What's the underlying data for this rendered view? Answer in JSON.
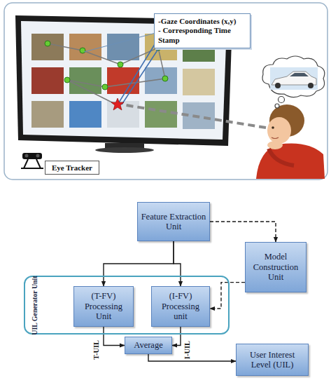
{
  "diagram": {
    "nodes": [
      {
        "text": [
          "-Gaze Coordinates (x,y)",
          "- Corresponding Time Stamp"
        ]
      },
      {
        "text": [
          "Eye Tracker"
        ]
      },
      {
        "text": [
          "Feature Extraction Unit"
        ]
      },
      {
        "text": [
          "UIL Generator Unit"
        ]
      },
      {
        "text": [
          "(T-FV) Processing Unit"
        ],
        "in": 3
      },
      {
        "text": [
          "(I-FV) Processing unit"
        ],
        "in": 3
      },
      {
        "text": [
          "Model Construction Unit"
        ]
      },
      {
        "text": [
          "Average"
        ]
      },
      {
        "text": [
          "User Interest Level (UIL)"
        ]
      }
    ],
    "edges": [
      {
        "from": 2,
        "to": 4,
        "arrow": "to"
      },
      {
        "from": 2,
        "to": 5,
        "arrow": "to"
      },
      {
        "from": 2,
        "to": 6,
        "arrow": "to"
      },
      {
        "from": 6,
        "to": 5,
        "arrow": "to"
      },
      {
        "from": 4,
        "to": 7,
        "label": "T-UIL",
        "arrow": "to"
      },
      {
        "from": 5,
        "to": 7,
        "label": "I-UIL",
        "arrow": "to"
      },
      {
        "from": 7,
        "to": 8,
        "arrow": "to"
      }
    ]
  }
}
